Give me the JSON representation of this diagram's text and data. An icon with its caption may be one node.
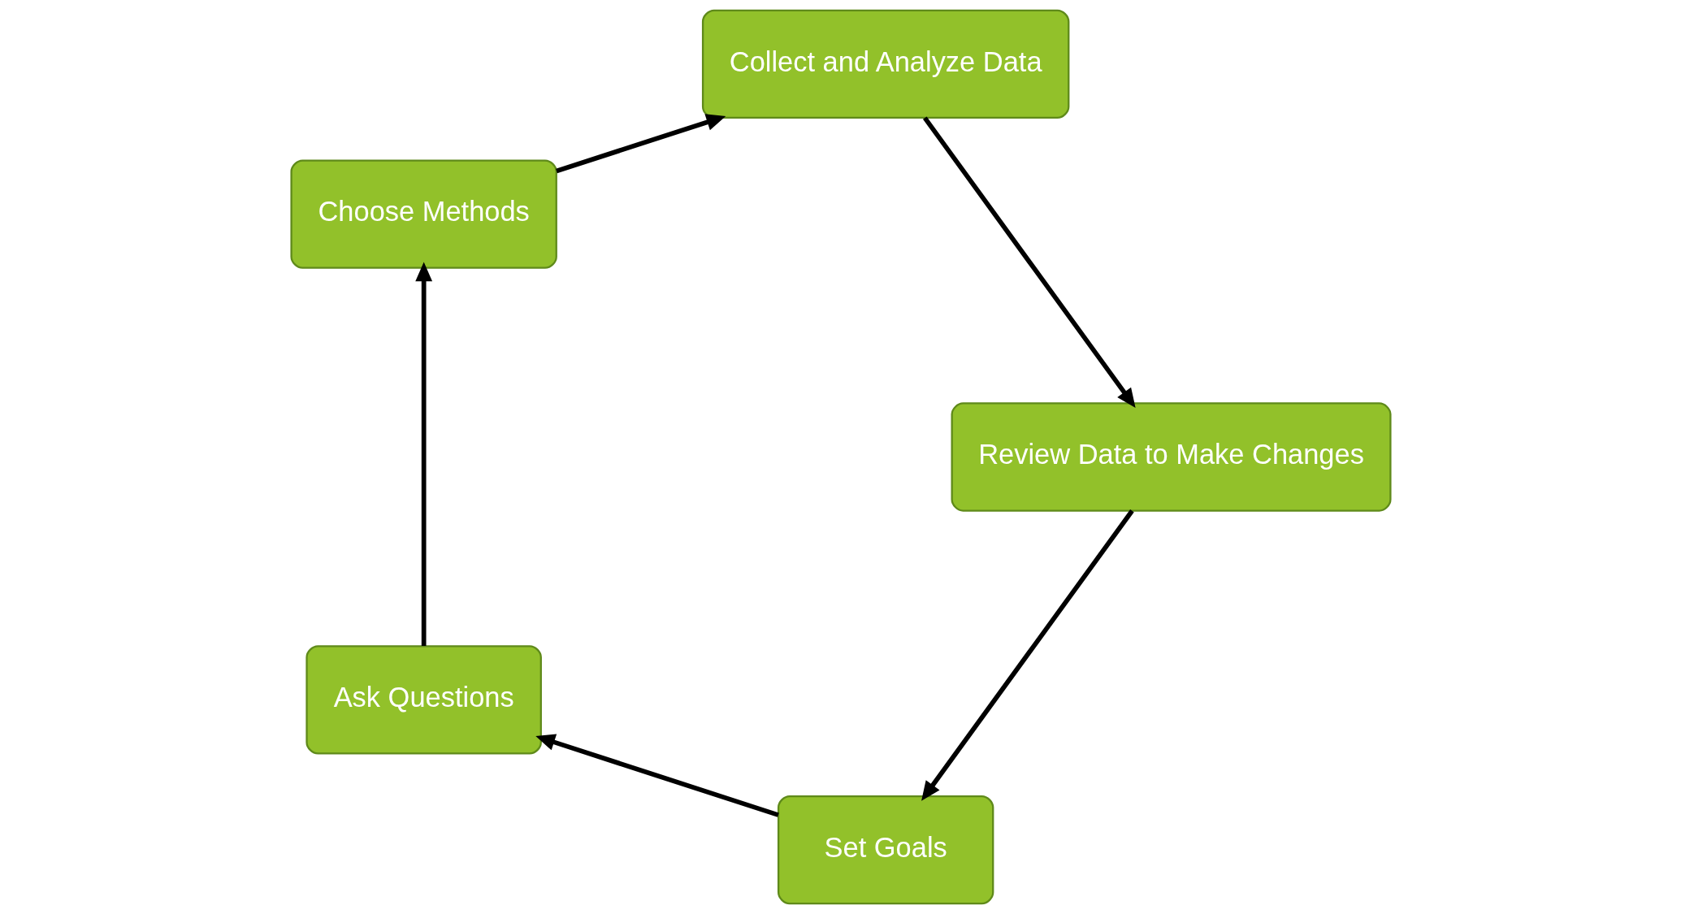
{
  "diagram": {
    "nodes": [
      {
        "text": [
          "Set Goals"
        ]
      },
      {
        "text": [
          "Ask Questions"
        ]
      },
      {
        "text": [
          "Choose Methods"
        ]
      },
      {
        "text": [
          "Collect and Analyze Data"
        ]
      },
      {
        "text": [
          "Review Data to Make Changes"
        ]
      }
    ],
    "edges": [
      {
        "from": 0,
        "to": 1,
        "arrow": "to"
      },
      {
        "from": 1,
        "to": 2,
        "arrow": "to"
      },
      {
        "from": 2,
        "to": 3,
        "arrow": "to"
      },
      {
        "from": 3,
        "to": 4,
        "arrow": "to"
      },
      {
        "from": 4,
        "to": 0,
        "arrow": "to"
      }
    ]
  }
}
